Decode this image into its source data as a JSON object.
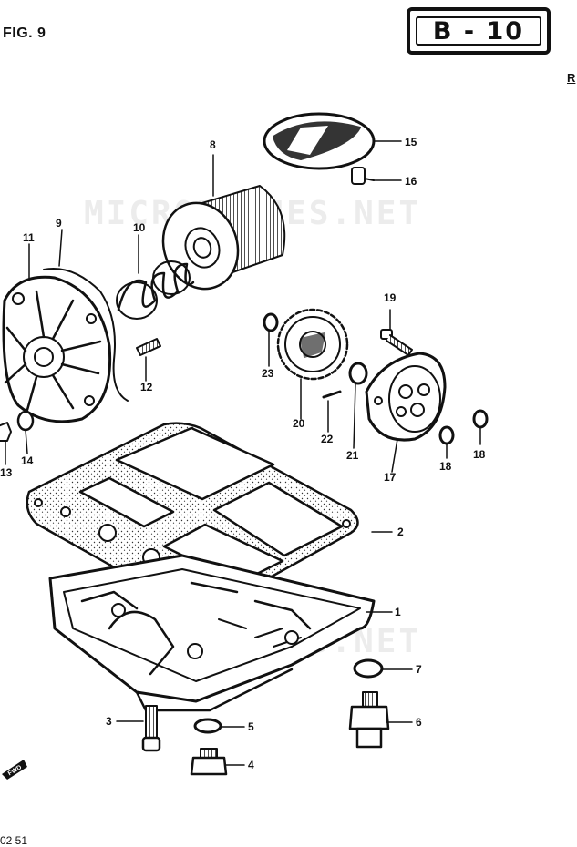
{
  "figure": {
    "label": "FIG. 9",
    "code": "B - 10",
    "side_mark": "R",
    "bottom_code": "02 51"
  },
  "watermarks": [
    "MICROFICHES.NET",
    "MICROFICHES.NET"
  ],
  "corner_icon": {
    "label": "FWD",
    "name": "forward-arrow-icon"
  },
  "parts": [
    {
      "label": "1"
    },
    {
      "label": "2"
    },
    {
      "label": "3"
    },
    {
      "label": "4"
    },
    {
      "label": "5"
    },
    {
      "label": "6"
    },
    {
      "label": "7"
    },
    {
      "label": "8"
    },
    {
      "label": "9"
    },
    {
      "label": "10"
    },
    {
      "label": "11"
    },
    {
      "label": "12"
    },
    {
      "label": "13"
    },
    {
      "label": "14"
    },
    {
      "label": "15"
    },
    {
      "label": "16"
    },
    {
      "label": "17"
    },
    {
      "label": "18"
    },
    {
      "label": "18"
    },
    {
      "label": "19"
    },
    {
      "label": "20"
    },
    {
      "label": "21"
    },
    {
      "label": "22"
    },
    {
      "label": "23"
    }
  ],
  "colors": {
    "ink": "#111111",
    "watermark": "#ececec",
    "background": "#ffffff"
  }
}
